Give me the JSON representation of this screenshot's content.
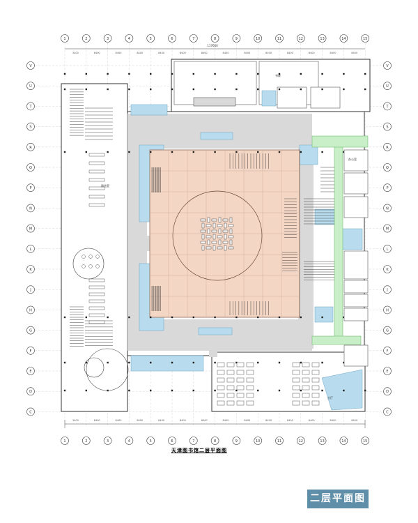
{
  "title": {
    "drawing": "天津图书馆二层平面图",
    "sheet": "二层平面图"
  },
  "grid": {
    "columns": [
      "1",
      "2",
      "3",
      "4",
      "5",
      "6",
      "7",
      "8",
      "9",
      "10",
      "11",
      "12",
      "13",
      "14",
      "15"
    ],
    "rows": [
      "V",
      "U",
      "T",
      "S",
      "R",
      "Q",
      "P",
      "N",
      "M",
      "L",
      "K",
      "J",
      "H",
      "G",
      "F",
      "E",
      "D",
      "C"
    ],
    "top_dims": [
      "3400",
      "8400",
      "8400",
      "8400",
      "8400",
      "8400",
      "8400",
      "8400",
      "8400",
      "8400",
      "8400",
      "8400",
      "8400",
      "8400"
    ],
    "overall_dim": "117600"
  },
  "labels": {
    "hall": "书库",
    "office": "办公室",
    "stack": "阅览室",
    "lounge": "大厅"
  },
  "colors": {
    "central": "#f4d6c4",
    "corridor": "#d9d9d9",
    "water": "#b8dcee",
    "green": "#c9efc9",
    "lines": "#333333",
    "sheet_bg": "#5e8ea8"
  }
}
